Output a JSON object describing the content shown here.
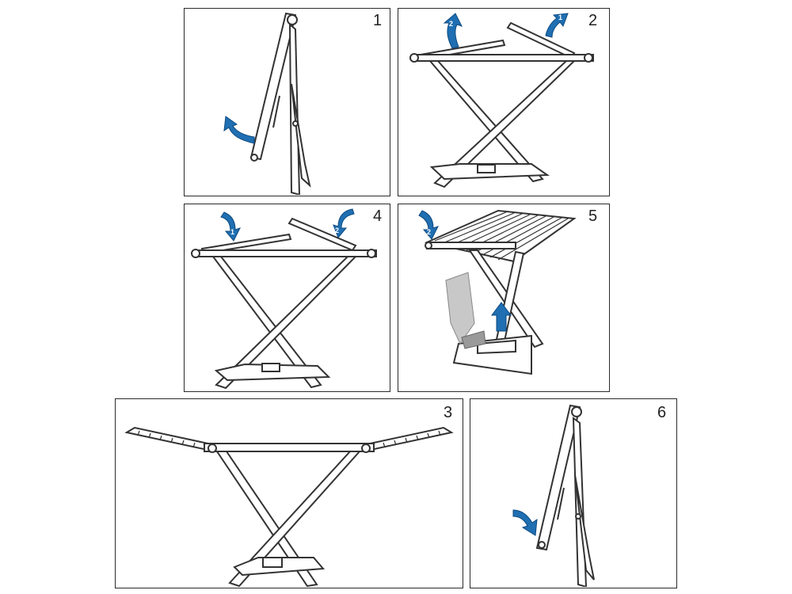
{
  "colors": {
    "frame": "#2b2b2b",
    "arrow": "#1f6fb2",
    "arrow_dark": "#0d4a80",
    "line": "#333333"
  },
  "panels": [
    {
      "id": "p1",
      "number": "1"
    },
    {
      "id": "p2",
      "number": "2",
      "arrow_badges": [
        "2",
        "1"
      ]
    },
    {
      "id": "p4",
      "number": "4",
      "arrow_badges": [
        "1",
        "2"
      ]
    },
    {
      "id": "p5",
      "number": "5",
      "arrow_badges": [
        "2"
      ]
    },
    {
      "id": "p3",
      "number": "3"
    },
    {
      "id": "p6",
      "number": "6"
    }
  ]
}
